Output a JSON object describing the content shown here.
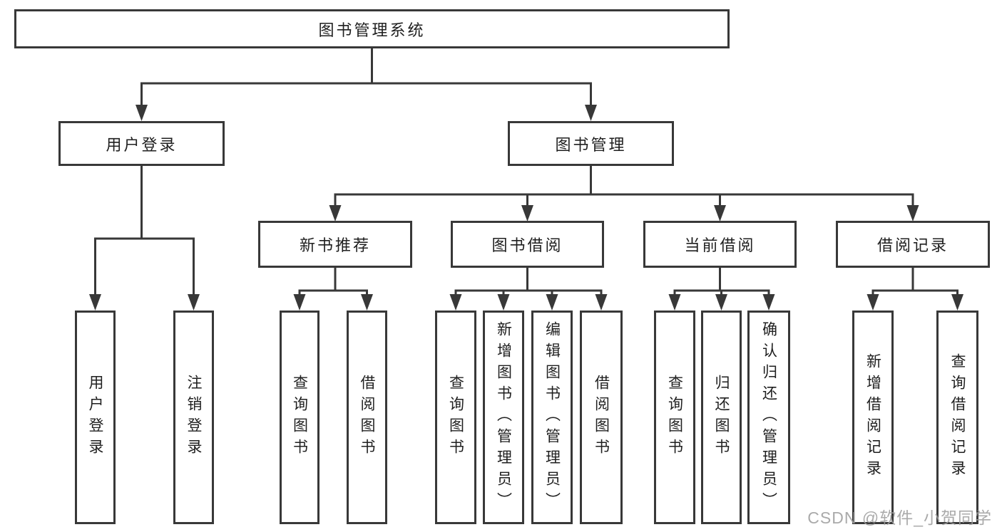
{
  "root": {
    "label": "图书管理系统"
  },
  "branches": [
    {
      "label": "用户登录",
      "children": [
        {
          "label": "用户登录"
        },
        {
          "label": "注销登录"
        }
      ]
    },
    {
      "label": "图书管理",
      "sections": [
        {
          "label": "新书推荐",
          "children": [
            {
              "label": "查询图书"
            },
            {
              "label": "借阅图书"
            }
          ]
        },
        {
          "label": "图书借阅",
          "children": [
            {
              "label": "查询图书"
            },
            {
              "label": "新增图书（管理员）"
            },
            {
              "label": "编辑图书（管理员）"
            },
            {
              "label": "借阅图书"
            }
          ]
        },
        {
          "label": "当前借阅",
          "children": [
            {
              "label": "查询图书"
            },
            {
              "label": "归还图书"
            },
            {
              "label": "确认归还（管理员）"
            }
          ]
        },
        {
          "label": "借阅记录",
          "children": [
            {
              "label": "新增借阅记录"
            },
            {
              "label": "查询借阅记录"
            }
          ]
        }
      ]
    }
  ],
  "watermark": {
    "text": "CSDN @软件_小贺同学"
  },
  "colors": {
    "line": "#383838",
    "box_border": "#383838",
    "box_background": "#ffffff",
    "text": "#1f1f1f",
    "watermark": "#9e9e9e",
    "background": "#ffffff"
  }
}
